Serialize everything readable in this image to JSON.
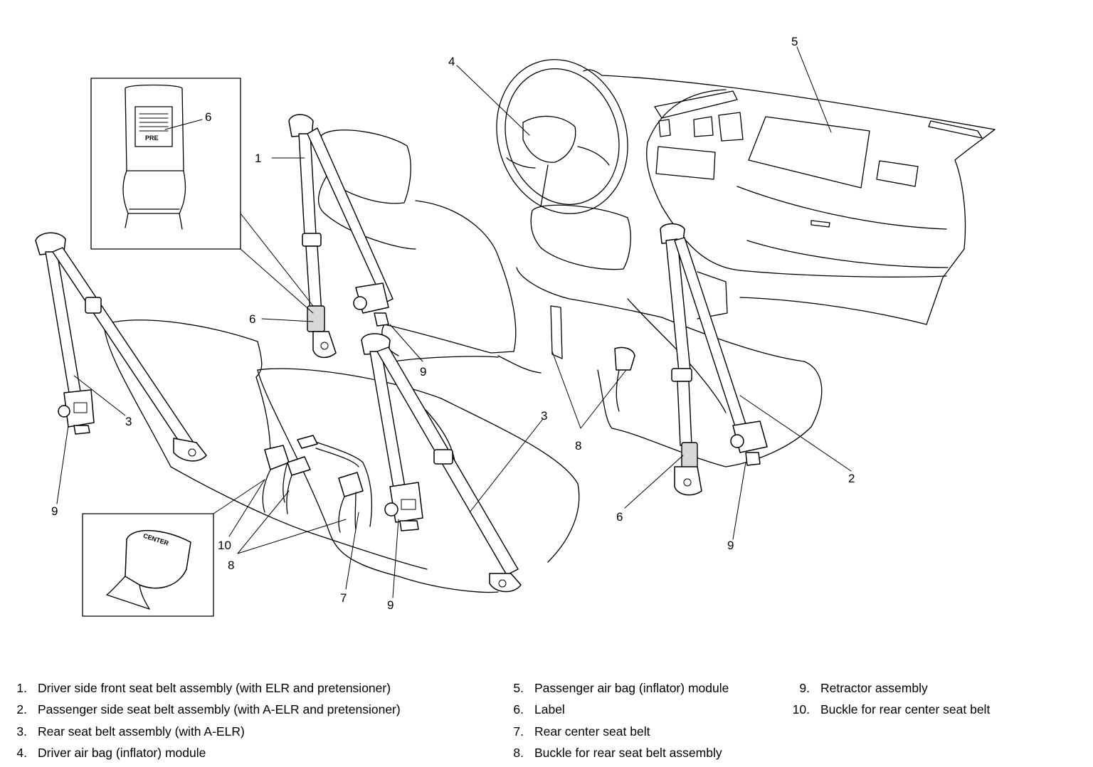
{
  "diagram": {
    "callouts": {
      "c1": "1",
      "c2": "2",
      "c3_left": "3",
      "c3_mid": "3",
      "c4": "4",
      "c5": "5",
      "c6_inset": "6",
      "c6_left": "6",
      "c6_right": "6",
      "c7": "7",
      "c8_left": "8",
      "c8_right": "8",
      "c9_left": "9",
      "c9_front": "9",
      "c9_mid": "9",
      "c9_right": "9",
      "c10": "10"
    },
    "label_inset_text": "PRE",
    "buckle_inset_text": "CENTER"
  },
  "legend": {
    "col1": [
      {
        "num": "1.",
        "text": "Driver side front seat belt assembly (with ELR and pretensioner)"
      },
      {
        "num": "2.",
        "text": "Passenger side seat belt assembly (with A-ELR and pretensioner)"
      },
      {
        "num": "3.",
        "text": "Rear seat belt assembly (with A-ELR)"
      },
      {
        "num": "4.",
        "text": "Driver air bag (inflator) module"
      }
    ],
    "col2": [
      {
        "num": "5.",
        "text": "Passenger air bag (inflator) module"
      },
      {
        "num": "6.",
        "text": "Label"
      },
      {
        "num": "7.",
        "text": "Rear center seat belt"
      },
      {
        "num": "8.",
        "text": "Buckle for rear seat belt assembly"
      }
    ],
    "col3": [
      {
        "num": "9.",
        "text": "Retractor assembly"
      },
      {
        "num": "10.",
        "text": "Buckle for rear center seat belt"
      }
    ]
  }
}
